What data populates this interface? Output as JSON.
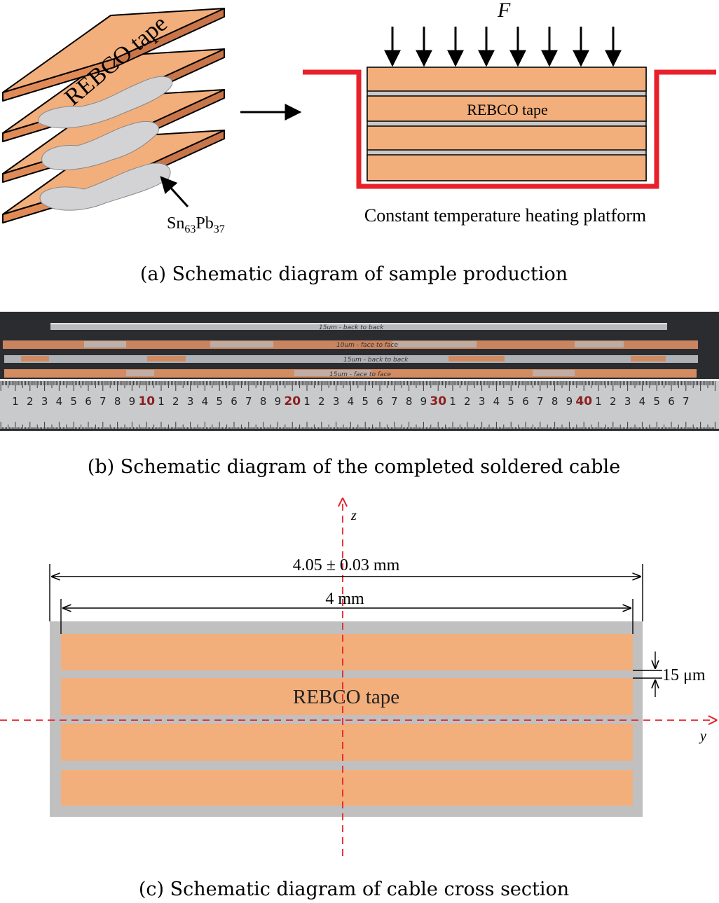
{
  "panel_a": {
    "tape_label": "REBCO tape",
    "solder_label_main": "Sn",
    "solder_sub1": "63",
    "solder_label_mid": "Pb",
    "solder_sub2": "37",
    "force_label": "F",
    "stack_tape_label": "REBCO tape",
    "platform_label": "Constant temperature heating platform",
    "caption": "(a)  Schematic diagram of sample production"
  },
  "panel_b": {
    "ruler_numbers": [
      "1",
      "2",
      "3",
      "4",
      "5",
      "6",
      "7",
      "8",
      "9",
      "10",
      "1",
      "2",
      "3",
      "4",
      "5",
      "6",
      "7",
      "8",
      "9",
      "20",
      "1",
      "2",
      "3",
      "4",
      "5",
      "6",
      "7",
      "8",
      "9",
      "30",
      "1",
      "2",
      "3",
      "4",
      "5",
      "6",
      "7",
      "8",
      "9",
      "40",
      "1",
      "2",
      "3",
      "4",
      "5",
      "6",
      "7"
    ],
    "tape_notes": [
      "15um - back to back",
      "10um - face to face",
      "15um - back to back",
      "15um - face to face"
    ],
    "caption": "(b)  Schematic diagram of the completed soldered cable"
  },
  "panel_c": {
    "axis_z": "z",
    "axis_y": "y",
    "dim_outer": "4.05 ± 0.03 mm",
    "dim_inner": "4 mm",
    "dim_gap": "15 μm",
    "tape_label": "REBCO tape",
    "caption": "(c)  Schematic diagram of cable cross section"
  },
  "colors": {
    "tape": "#f2ae7b",
    "solder": "#c8c8c8",
    "platform": "#e8202a",
    "axis": "#e8202a",
    "photo_bg": "#2b2c30",
    "ruler": "#c9cacc"
  }
}
